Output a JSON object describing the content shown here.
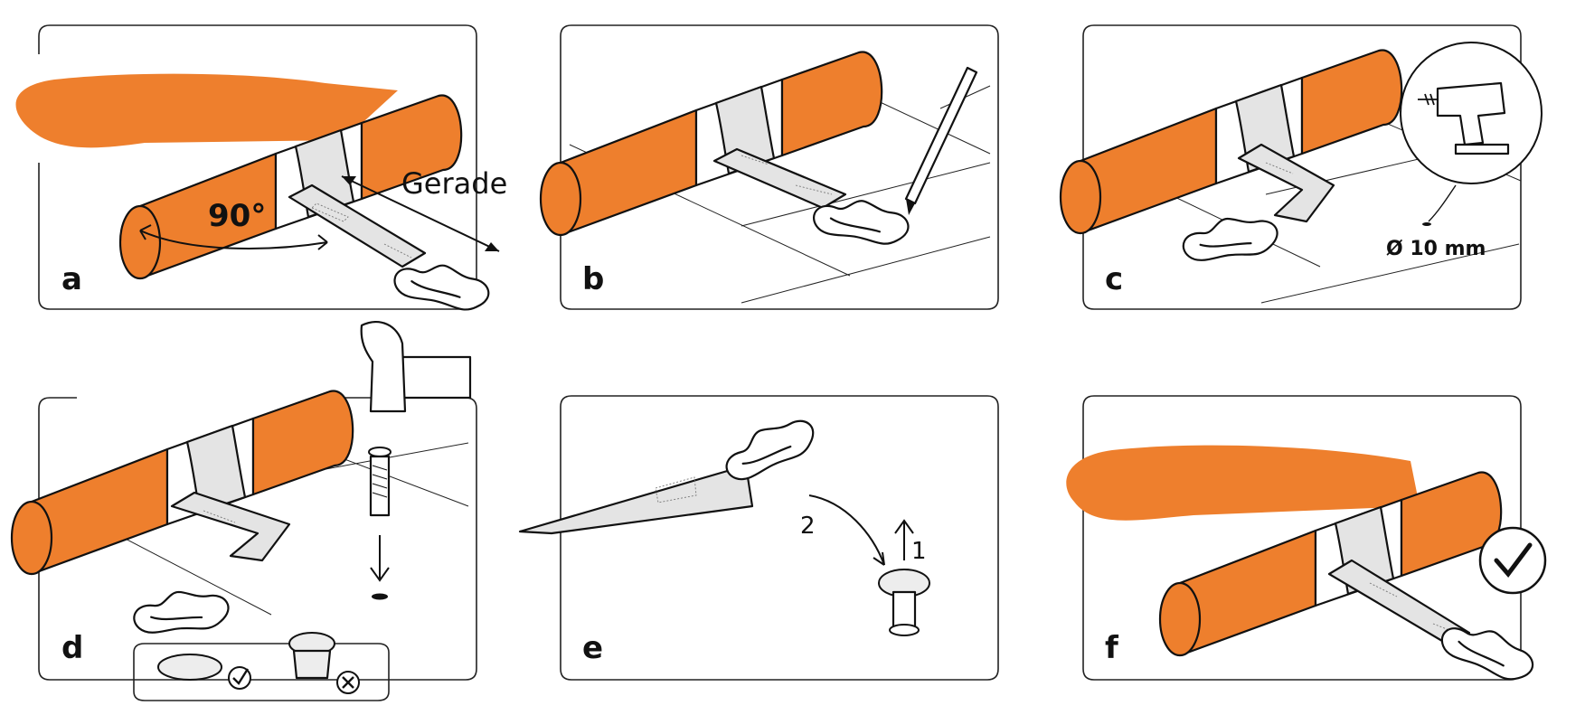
{
  "panels": [
    {
      "id": "a",
      "letter": "a",
      "labels": {
        "straight": "Gerade",
        "angle": "90°"
      }
    },
    {
      "id": "b",
      "letter": "b"
    },
    {
      "id": "c",
      "letter": "c",
      "labels": {
        "diameter": "Ø 10 mm"
      },
      "icons": [
        "drill-icon"
      ]
    },
    {
      "id": "d",
      "letter": "d",
      "icons": [
        "hammer-icon",
        "rivet-icon",
        "check-icon",
        "cross-icon"
      ]
    },
    {
      "id": "e",
      "letter": "e",
      "labels": {
        "step1": "1",
        "step2": "2"
      }
    },
    {
      "id": "f",
      "letter": "f",
      "icons": [
        "checkmark-icon"
      ]
    }
  ],
  "colors": {
    "tube": "#ee7f2d",
    "strap": "#e4e4e4",
    "outline": "#111111"
  }
}
